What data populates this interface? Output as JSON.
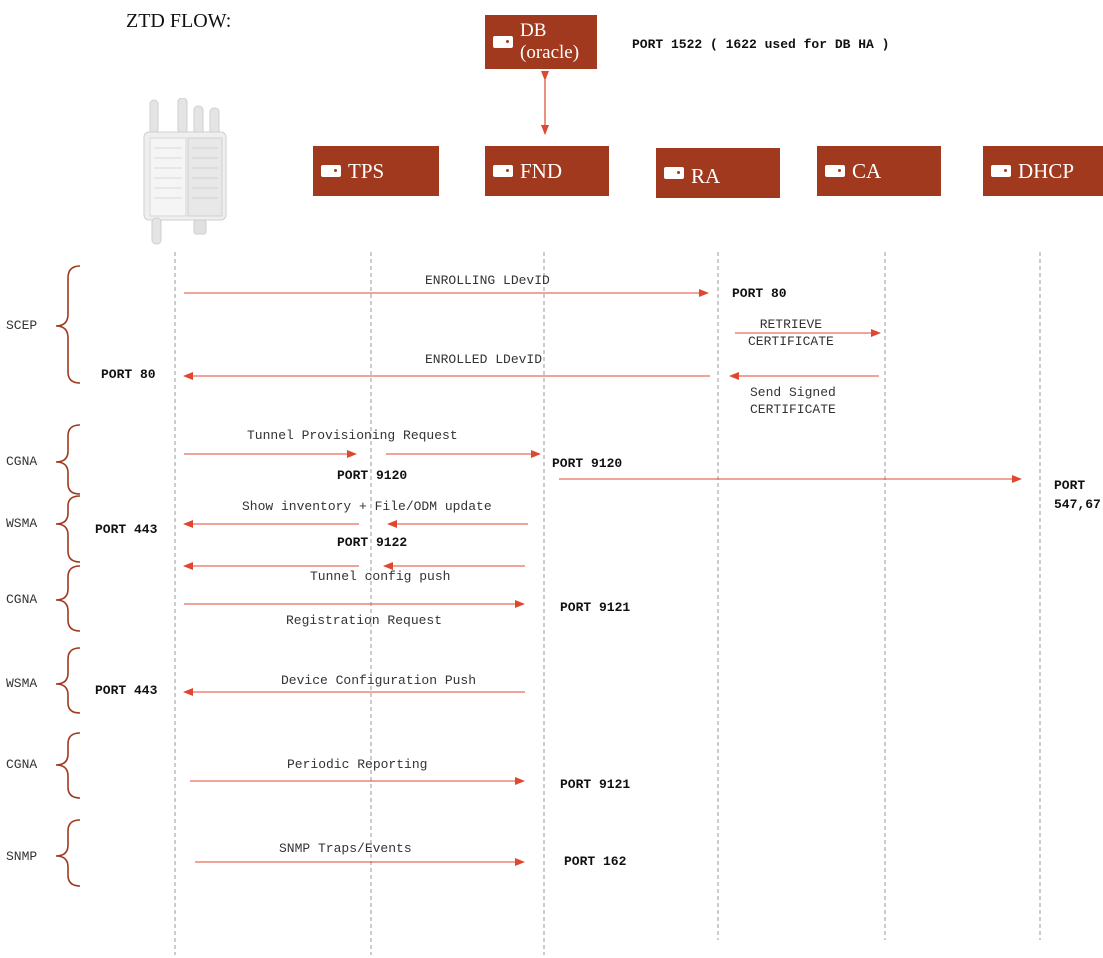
{
  "title": "ZTD FLOW:",
  "db": {
    "line1": "DB",
    "line2": "(oracle)",
    "port_note": "PORT 1522 ( 1622 used for DB HA )"
  },
  "components": [
    {
      "id": "tps",
      "label": "TPS"
    },
    {
      "id": "fnd",
      "label": "FND"
    },
    {
      "id": "ra",
      "label": "RA"
    },
    {
      "id": "ca",
      "label": "CA"
    },
    {
      "id": "dhcp",
      "label": "DHCP"
    }
  ],
  "phases": [
    "SCEP",
    "CGNA",
    "WSMA",
    "CGNA",
    "WSMA",
    "CGNA",
    "SNMP"
  ],
  "messages": [
    "ENROLLING LDevID",
    "RETRIEVE\nCERTIFICATE",
    "ENROLLED LDevID",
    "Send Signed\nCERTIFICATE",
    "Tunnel Provisioning Request",
    "Show inventory + File/ODM update",
    "Tunnel config push",
    "Registration Request",
    "Device Configuration Push",
    "Periodic Reporting",
    "SNMP Traps/Events"
  ],
  "ports": [
    "PORT 80",
    "PORT 80",
    "PORT 9120",
    "PORT 9120",
    "PORT\n547,67",
    "PORT 443",
    "PORT 9122",
    "PORT 9121",
    "PORT 443",
    "PORT 9121",
    "PORT 162"
  ],
  "colors": {
    "box": "#a0391e",
    "arrow": "#e0472f",
    "brace": "#a0391e",
    "lifeline": "#9a9a9a"
  },
  "icons": {
    "box_icon": "server-icon",
    "device": "outdoor-router-image"
  }
}
